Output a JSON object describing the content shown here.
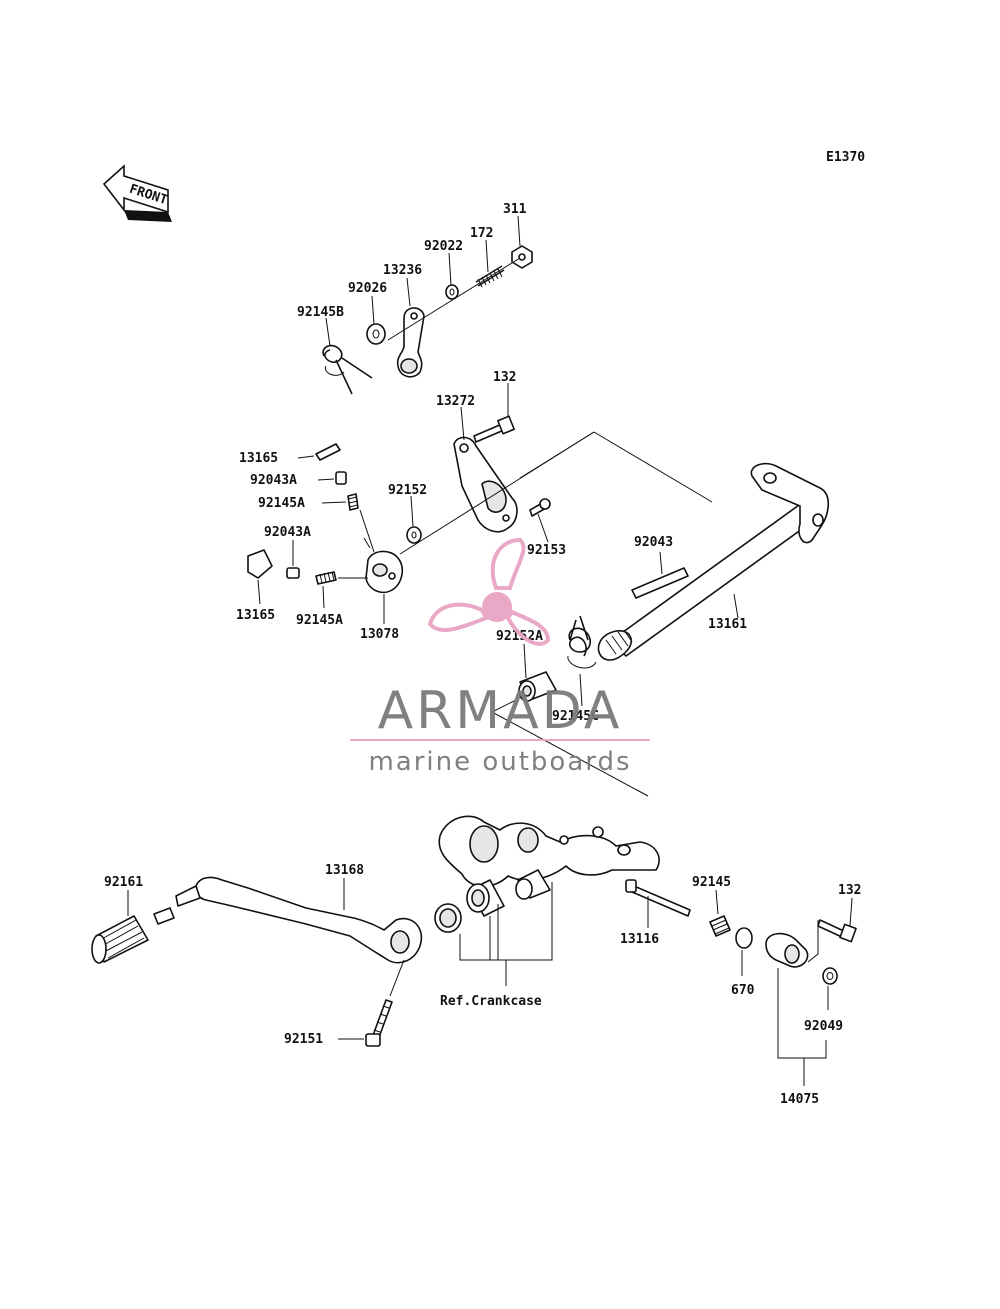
{
  "diagram_code": "E1370",
  "front_label": "FRONT",
  "ref_label": "Ref.Crankcase",
  "part_labels": {
    "p311": "311",
    "p172": "172",
    "p92022": "92022",
    "p13236": "13236",
    "p92026": "92026",
    "p92145B": "92145B",
    "p132_top": "132",
    "p13272": "13272",
    "p13165_top": "13165",
    "p92043A_top": "92043A",
    "p92145A_top": "92145A",
    "p92152": "92152",
    "p92043A_mid": "92043A",
    "p92153": "92153",
    "p92043": "92043",
    "p13165_bot": "13165",
    "p92145A_bot": "92145A",
    "p13078": "13078",
    "p92152A": "92152A",
    "p13161": "13161",
    "p92145C": "92145C",
    "p92161": "92161",
    "p13168": "13168",
    "p92145": "92145",
    "p132_bot": "132",
    "p13116": "13116",
    "p670": "670",
    "p92049": "92049",
    "p92151": "92151",
    "p14075": "14075"
  },
  "watermark": {
    "brand": "ARMADA",
    "tagline": "marine outboards",
    "color_logo": "#e8a4c4",
    "color_text": "#7a7a7a"
  }
}
